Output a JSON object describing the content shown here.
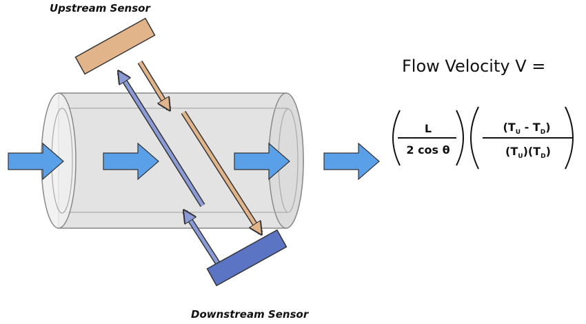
{
  "labels": {
    "upstream_sensor": "Upstream Sensor",
    "downstream_sensor": "Downstream Sensor"
  },
  "formula": {
    "title": "Flow Velocity V =",
    "term1_numerator": "L",
    "term1_denominator": "2 cos θ",
    "term2_numerator": {
      "open": "(T",
      "sub_u": "U",
      "minus": " - T",
      "sub_d": "D",
      "close": ")"
    },
    "term2_denominator": {
      "open1": "(T",
      "sub_u": "U",
      "mid": ")(T",
      "sub_d": "D",
      "close": ")"
    }
  },
  "colors": {
    "flow_arrow": "#5aa0e8",
    "upstream_sensor": "#e2b48a",
    "downstream_sensor": "#5b74c4",
    "pipe_fill": "#e3e3e3",
    "pipe_stroke": "#888888"
  },
  "icons": [
    "flow-arrow-icon",
    "signal-arrow-icon"
  ]
}
